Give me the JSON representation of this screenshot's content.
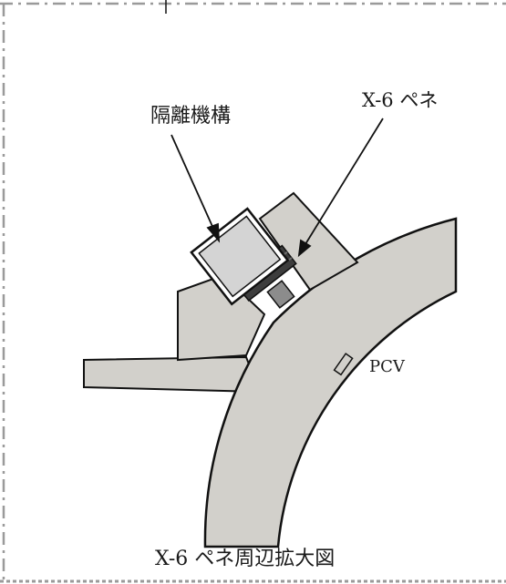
{
  "labels": {
    "isolation_mechanism": "隔離機構",
    "penetration": "X-6 ペネ",
    "pcv": "PCV",
    "caption": "X-6 ペネ周辺拡大図"
  },
  "colors": {
    "structure_fill": "#d2d0cb",
    "isolation_block_fill": "#d4d4d4",
    "valve_fill": "#3d3d3d",
    "stem_fill": "#8c8c8c",
    "outline": "#111111",
    "border_dash": "#9a9a9a"
  }
}
